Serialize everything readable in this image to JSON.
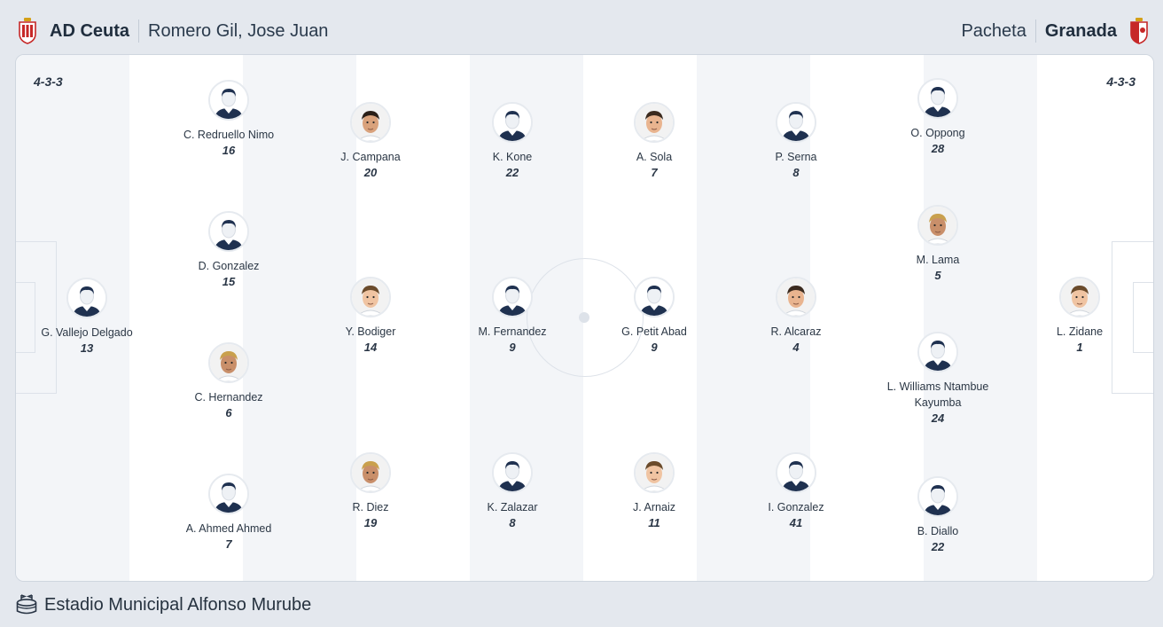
{
  "home": {
    "name": "AD Ceuta",
    "coach": "Romero Gil, Jose Juan",
    "formation": "4-3-3",
    "crest_color": "#d22b2b"
  },
  "away": {
    "name": "Granada",
    "coach": "Pacheta",
    "formation": "4-3-3",
    "crest_color": "#d22b2b"
  },
  "home_players": [
    {
      "name": "G. Vallejo Delgado",
      "number": "13",
      "photo": "silhouette-icon"
    },
    {
      "name": "C. Redruello Nimo",
      "number": "16",
      "photo": "silhouette-icon"
    },
    {
      "name": "D. Gonzalez",
      "number": "15",
      "photo": "silhouette-icon"
    },
    {
      "name": "C. Hernandez",
      "number": "6",
      "photo": "face-photo"
    },
    {
      "name": "A. Ahmed Ahmed",
      "number": "7",
      "photo": "silhouette-icon"
    },
    {
      "name": "J. Campana",
      "number": "20",
      "photo": "face-photo"
    },
    {
      "name": "Y. Bodiger",
      "number": "14",
      "photo": "face-photo"
    },
    {
      "name": "R. Diez",
      "number": "19",
      "photo": "face-photo"
    },
    {
      "name": "K. Kone",
      "number": "22",
      "photo": "silhouette-icon"
    },
    {
      "name": "M. Fernandez",
      "number": "9",
      "photo": "silhouette-icon"
    },
    {
      "name": "K. Zalazar",
      "number": "8",
      "photo": "silhouette-icon"
    }
  ],
  "away_players": [
    {
      "name": "A. Sola",
      "number": "7",
      "photo": "face-photo"
    },
    {
      "name": "G. Petit Abad",
      "number": "9",
      "photo": "silhouette-icon"
    },
    {
      "name": "J. Arnaiz",
      "number": "11",
      "photo": "face-photo"
    },
    {
      "name": "P. Serna",
      "number": "8",
      "photo": "silhouette-icon"
    },
    {
      "name": "R. Alcaraz",
      "number": "4",
      "photo": "face-photo"
    },
    {
      "name": "I. Gonzalez",
      "number": "41",
      "photo": "silhouette-icon"
    },
    {
      "name": "O. Oppong",
      "number": "28",
      "photo": "silhouette-icon"
    },
    {
      "name": "M. Lama",
      "number": "5",
      "photo": "face-photo"
    },
    {
      "name": "L. Williams Ntambue Kayumba",
      "number": "24",
      "photo": "silhouette-icon"
    },
    {
      "name": "B. Diallo",
      "number": "22",
      "photo": "silhouette-icon"
    },
    {
      "name": "L. Zidane",
      "number": "1",
      "photo": "face-photo"
    }
  ],
  "venue": {
    "label": "Estadio Municipal Alfonso Murube",
    "icon": "stadium-icon"
  }
}
